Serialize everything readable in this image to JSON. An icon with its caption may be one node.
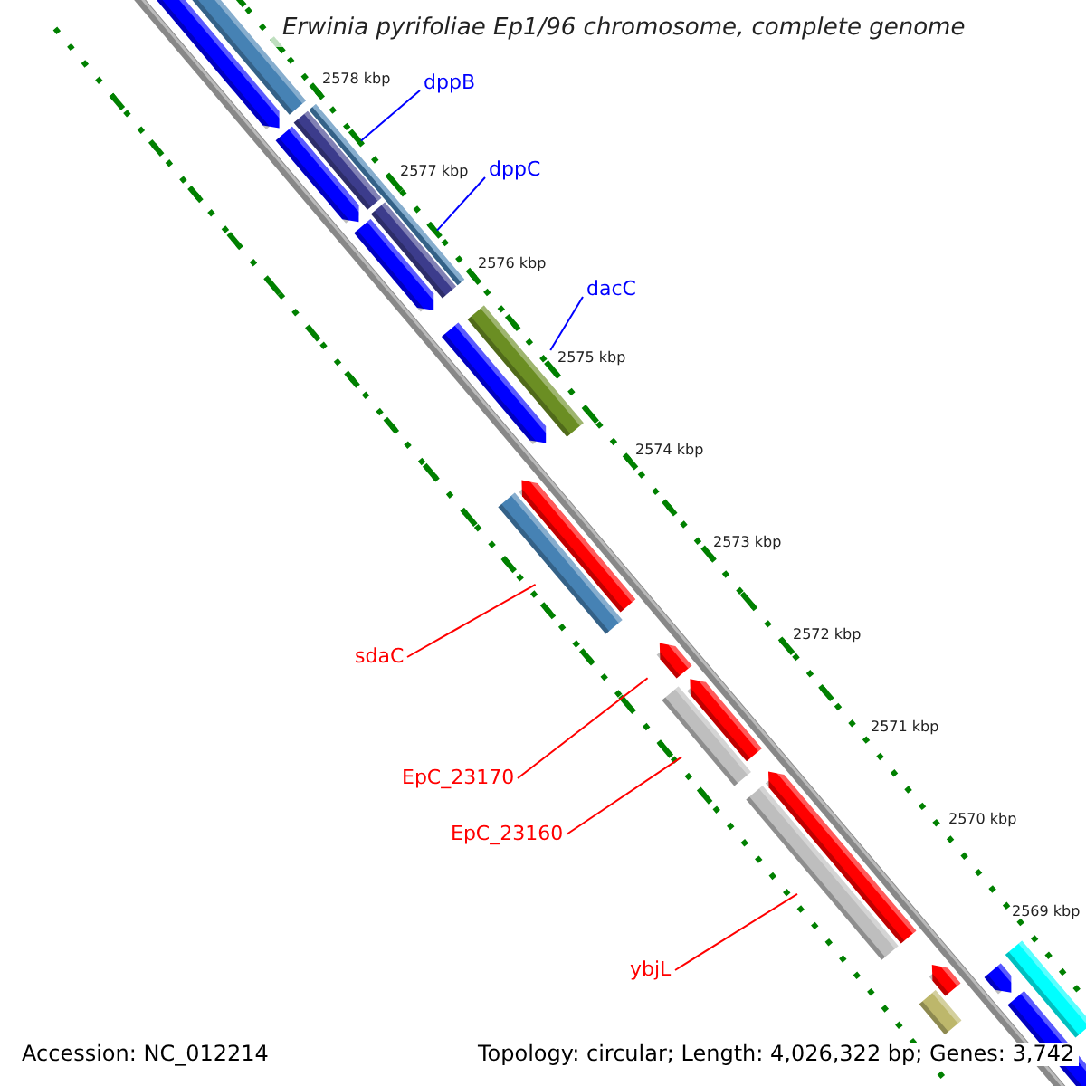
{
  "diagram": {
    "title": "Erwinia pyrifoliae Ep1/96 chromosome, complete genome",
    "nodes": [
      {
        "text": [
          "dppB"
        ]
      },
      {
        "text": [
          "dppC"
        ]
      },
      {
        "text": [
          "dacC"
        ]
      },
      {
        "text": [
          "sdaC"
        ]
      },
      {
        "text": [
          "EpC_23170"
        ]
      },
      {
        "text": [
          "EpC_23160"
        ]
      },
      {
        "text": [
          "ybjL"
        ]
      },
      {
        "text": [],
        "shape": "bar"
      },
      {
        "text": [],
        "shape": "bar"
      },
      {
        "text": [],
        "shape": "bar"
      },
      {
        "text": [],
        "shape": "bar"
      },
      {
        "text": [],
        "shape": "bar"
      },
      {
        "text": [],
        "shape": "bar"
      },
      {
        "text": [],
        "shape": "bar"
      },
      {
        "text": [],
        "shape": "bar"
      },
      {
        "text": [],
        "shape": "bar"
      },
      {
        "text": [],
        "shape": "bar"
      },
      {
        "text": [],
        "shape": "bar"
      },
      {
        "text": [],
        "shape": "bar"
      },
      {
        "text": [],
        "shape": "bar"
      },
      {
        "text": [],
        "shape": "bar"
      },
      {
        "text": [],
        "shape": "bar"
      },
      {
        "text": [],
        "shape": "bar"
      },
      {
        "text": [],
        "shape": "bar"
      },
      {
        "text": [],
        "shape": "bar"
      },
      {
        "text": [],
        "shape": "bar"
      },
      {
        "text": [],
        "shape": "bar"
      },
      {
        "text": [],
        "shape": "bar"
      }
    ],
    "edges": [
      {
        "from": 0,
        "to": 11,
        "arrow": "none",
        "color": "#0000ff"
      },
      {
        "from": 1,
        "to": 12,
        "arrow": "none",
        "color": "#0000ff"
      },
      {
        "from": 2,
        "to": 15,
        "arrow": "none",
        "color": "#0000ff"
      },
      {
        "from": 3,
        "to": 17,
        "arrow": "none"
      },
      {
        "from": 4,
        "to": 18,
        "arrow": "none"
      },
      {
        "from": 5,
        "to": 20,
        "arrow": "none"
      },
      {
        "from": 6,
        "to": 22,
        "arrow": "none"
      }
    ],
    "labels": [
      "2578 kbp",
      "2577 kbp",
      "2576 kbp",
      "2575 kbp",
      "2574 kbp",
      "2573 kbp",
      "2572 kbp",
      "2571 kbp",
      "2570 kbp",
      "2569 kbp",
      "Accession: NC_012214",
      "Topology: circular; Length: 4,026,322 bp; Genes: 3,742"
    ]
  }
}
